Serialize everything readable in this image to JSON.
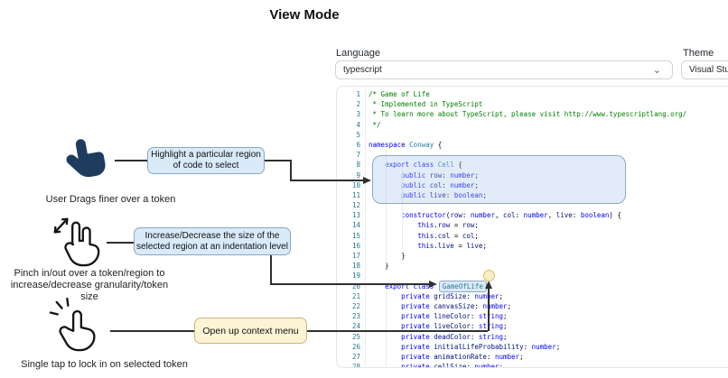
{
  "title": "View Mode",
  "controls": {
    "language_label": "Language",
    "language_value": "typescript",
    "theme_label": "Theme",
    "theme_value": "Visual Studio"
  },
  "editor": {
    "selected_token": "GameOfLife",
    "lines": [
      [
        [
          "c",
          "/* Game of Life"
        ]
      ],
      [
        [
          "c",
          " * Implemented in TypeScript"
        ]
      ],
      [
        [
          "c",
          " * To learn more about TypeScript, please visit http://www.typescriptlang.org/"
        ]
      ],
      [
        [
          "c",
          " */"
        ]
      ],
      [],
      [
        [
          "k",
          "namespace"
        ],
        [
          "p",
          " "
        ],
        [
          "n",
          "Conway"
        ],
        [
          "p",
          " {"
        ]
      ],
      [],
      [
        [
          "p",
          "    "
        ],
        [
          "k",
          "export"
        ],
        [
          "p",
          " "
        ],
        [
          "k",
          "class"
        ],
        [
          "p",
          " "
        ],
        [
          "n",
          "Cell"
        ],
        [
          "p",
          " {"
        ]
      ],
      [
        [
          "p",
          "        "
        ],
        [
          "k",
          "public"
        ],
        [
          "p",
          " "
        ],
        [
          "v",
          "row"
        ],
        [
          "p",
          ": "
        ],
        [
          "k",
          "number"
        ],
        [
          "p",
          ";"
        ]
      ],
      [
        [
          "p",
          "        "
        ],
        [
          "k",
          "public"
        ],
        [
          "p",
          " "
        ],
        [
          "v",
          "col"
        ],
        [
          "p",
          ": "
        ],
        [
          "k",
          "number"
        ],
        [
          "p",
          ";"
        ]
      ],
      [
        [
          "p",
          "        "
        ],
        [
          "k",
          "public"
        ],
        [
          "p",
          " "
        ],
        [
          "v",
          "live"
        ],
        [
          "p",
          ": "
        ],
        [
          "k",
          "boolean"
        ],
        [
          "p",
          ";"
        ]
      ],
      [],
      [
        [
          "p",
          "        "
        ],
        [
          "k",
          "constructor"
        ],
        [
          "p",
          "("
        ],
        [
          "v",
          "row"
        ],
        [
          "p",
          ": "
        ],
        [
          "k",
          "number"
        ],
        [
          "p",
          ", "
        ],
        [
          "v",
          "col"
        ],
        [
          "p",
          ": "
        ],
        [
          "k",
          "number"
        ],
        [
          "p",
          ", "
        ],
        [
          "v",
          "live"
        ],
        [
          "p",
          ": "
        ],
        [
          "k",
          "boolean"
        ],
        [
          "p",
          ") {"
        ]
      ],
      [
        [
          "p",
          "            "
        ],
        [
          "k",
          "this"
        ],
        [
          "p",
          "."
        ],
        [
          "v",
          "row"
        ],
        [
          "p",
          " = "
        ],
        [
          "v",
          "row"
        ],
        [
          "p",
          ";"
        ]
      ],
      [
        [
          "p",
          "            "
        ],
        [
          "k",
          "this"
        ],
        [
          "p",
          "."
        ],
        [
          "v",
          "col"
        ],
        [
          "p",
          " = "
        ],
        [
          "v",
          "col"
        ],
        [
          "p",
          ";"
        ]
      ],
      [
        [
          "p",
          "            "
        ],
        [
          "k",
          "this"
        ],
        [
          "p",
          "."
        ],
        [
          "v",
          "live"
        ],
        [
          "p",
          " = "
        ],
        [
          "v",
          "live"
        ],
        [
          "p",
          ";"
        ]
      ],
      [
        [
          "p",
          "        }"
        ]
      ],
      [
        [
          "p",
          "    }"
        ]
      ],
      [],
      [
        [
          "p",
          "    "
        ],
        [
          "k",
          "export"
        ],
        [
          "p",
          " "
        ],
        [
          "k",
          "class"
        ],
        [
          "p",
          " "
        ],
        [
          "b",
          "GameOfLife"
        ],
        [
          "dot",
          ""
        ]
      ],
      [
        [
          "p",
          "        "
        ],
        [
          "k",
          "private"
        ],
        [
          "p",
          " "
        ],
        [
          "v",
          "gridSize"
        ],
        [
          "p",
          ": "
        ],
        [
          "k",
          "number"
        ],
        [
          "p",
          ";"
        ]
      ],
      [
        [
          "p",
          "        "
        ],
        [
          "k",
          "private"
        ],
        [
          "p",
          " "
        ],
        [
          "v",
          "canvasSize"
        ],
        [
          "p",
          ": "
        ],
        [
          "k",
          "number"
        ],
        [
          "p",
          ";"
        ]
      ],
      [
        [
          "p",
          "        "
        ],
        [
          "k",
          "private"
        ],
        [
          "p",
          " "
        ],
        [
          "v",
          "lineColor"
        ],
        [
          "p",
          ": "
        ],
        [
          "k",
          "string"
        ],
        [
          "p",
          ";"
        ]
      ],
      [
        [
          "p",
          "        "
        ],
        [
          "k",
          "private"
        ],
        [
          "p",
          " "
        ],
        [
          "v",
          "liveColor"
        ],
        [
          "p",
          ": "
        ],
        [
          "k",
          "string"
        ],
        [
          "p",
          ";"
        ]
      ],
      [
        [
          "p",
          "        "
        ],
        [
          "k",
          "private"
        ],
        [
          "p",
          " "
        ],
        [
          "v",
          "deadColor"
        ],
        [
          "p",
          ": "
        ],
        [
          "k",
          "string"
        ],
        [
          "p",
          ";"
        ]
      ],
      [
        [
          "p",
          "        "
        ],
        [
          "k",
          "private"
        ],
        [
          "p",
          " "
        ],
        [
          "v",
          "initialLifeProbability"
        ],
        [
          "p",
          ": "
        ],
        [
          "k",
          "number"
        ],
        [
          "p",
          ";"
        ]
      ],
      [
        [
          "p",
          "        "
        ],
        [
          "k",
          "private"
        ],
        [
          "p",
          " "
        ],
        [
          "v",
          "animationRate"
        ],
        [
          "p",
          ": "
        ],
        [
          "k",
          "number"
        ],
        [
          "p",
          ";"
        ]
      ],
      [
        [
          "p",
          "        "
        ],
        [
          "k",
          "private"
        ],
        [
          "p",
          " "
        ],
        [
          "v",
          "cellSize"
        ],
        [
          "p",
          ": "
        ],
        [
          "k",
          "number"
        ],
        [
          "p",
          ";"
        ]
      ]
    ]
  },
  "annotations": [
    {
      "icon": "drag-hand-icon",
      "label": "Highlight a particular region\nof code to select",
      "caption": "User Drags finer over a token"
    },
    {
      "icon": "pinch-hand-icon",
      "label": "Increase/Decrease the size of the\nselected region at an indentation level",
      "caption": "Pinch in/out over a token/region to\nincrease/decrease granularity/token size"
    },
    {
      "icon": "tap-hand-icon",
      "label": "Open up context menu",
      "caption": "Single tap to lock in on selected token"
    }
  ],
  "colors": {
    "keyword": "#0000ff",
    "class-name": "#267f99",
    "comment": "#008000",
    "variable": "#001080",
    "line-number": "#237893",
    "callout-blue-bg": "#d9eaf9",
    "callout-blue-border": "#8aa7c2",
    "callout-yellow-bg": "#fcf4d4",
    "callout-yellow-border": "#c8b77a",
    "overlay-fill": "rgba(167,197,235,0.33)",
    "overlay-border": "#8fa7c9",
    "token-box-bg": "#dce9f8",
    "token-box-border": "#8fa7c9",
    "dot-fill": "#f8edc4",
    "dot-border": "#d9bf63",
    "hand-navy": "#1d3c5e",
    "connector": "#2f2f2f",
    "editor-border": "#e2e5e9",
    "control-border": "#cfd4da"
  }
}
